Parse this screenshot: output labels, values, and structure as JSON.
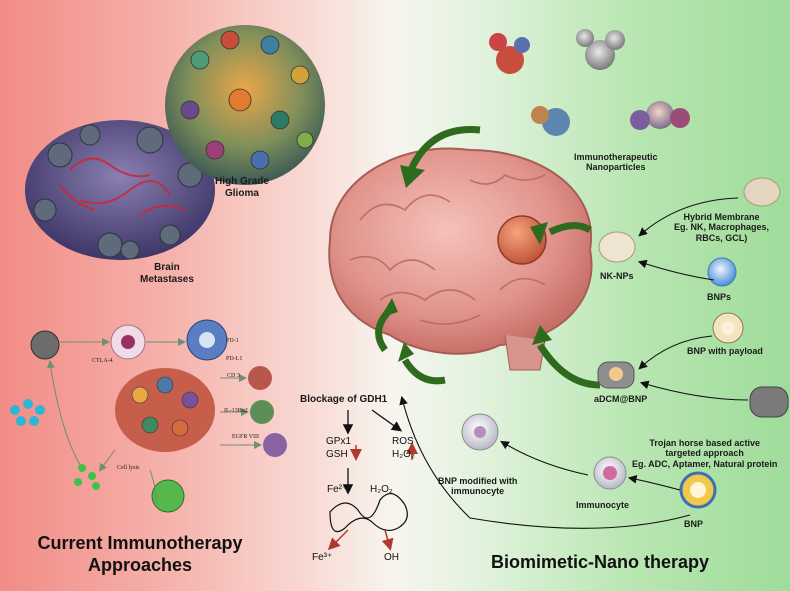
{
  "left_panel": {
    "title_line1": "Current Immunotherapy",
    "title_line2": "Approaches",
    "labels": {
      "brain_metastases": "Brain\nMetastases",
      "high_grade_glioma": "High Grade\nGlioma"
    },
    "receptor_labels": {
      "ctla4": "CTLA-4",
      "pd1": "PD-1",
      "pdl1": "PD-L1",
      "cd3": "CD 3",
      "il13ra2": "IL-13Rα2",
      "egfrviii": "EGFR VIII",
      "cell_lysis": "Cell lysis"
    }
  },
  "right_panel": {
    "title": "Biomimetic-Nano therapy",
    "labels": {
      "immuno_np": "Immunotherapeutic\nNanoparticles",
      "hybrid_membrane": "Hybrid Membrane\nEg. NK, Macrophages,\nRBCs, GCL)",
      "nk_nps": "NK-NPs",
      "bnps": "BNPs",
      "bnp_payload": "BNP with payload",
      "adcm_bnp": "aDCM@BNP",
      "trojan": "Trojan horse based active\ntargeted approach\nEg. ADC, Aptamer, Natural protein",
      "bnp_modified": "BNP modified with\nimmunocyte",
      "immunocyte": "Immunocyte",
      "bnp": "BNP"
    }
  },
  "center_panel": {
    "blockage": "Blockage of GDH1",
    "gpx1": "GPx1",
    "gsh": "GSH",
    "ros": "ROS",
    "h2o2_a": "H₂O₂",
    "fe2": "Fe²⁺",
    "h2o2_b": "H₂O₂",
    "fe3": "Fe³⁺",
    "oh": "OH"
  },
  "colors": {
    "left_bg": "#f28c86",
    "right_bg": "#9fdc9a",
    "arrow_green": "#2f6b1f",
    "brain": "#e8a6a0",
    "down_arrow_red": "#c0392b"
  }
}
